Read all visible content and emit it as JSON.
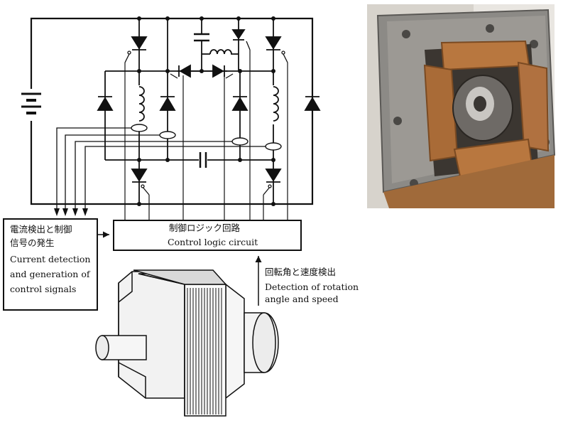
{
  "left_box": {
    "ja_line1": "電流検出と制御",
    "ja_line2": "信号の発生",
    "en_line1": "Current detection",
    "en_line2": "and generation of",
    "en_line3": "control signals"
  },
  "logic_box": {
    "ja": "制御ロジック回路",
    "en": "Control logic circuit"
  },
  "rotation_label": {
    "ja": "回転角と速度検出",
    "en_line1": "Detection of rotation",
    "en_line2": "angle and speed"
  },
  "colors": {
    "line": "#111111",
    "motor_body": "#f2f2f2",
    "photo_metal": "#8c8a86",
    "photo_copper": "#b8773f"
  }
}
